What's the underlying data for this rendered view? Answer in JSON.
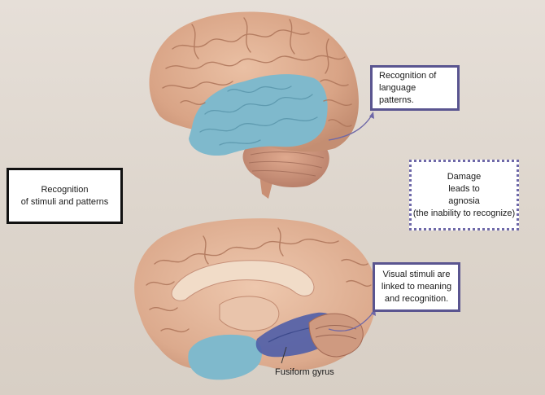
{
  "boxes": {
    "left": {
      "line1": "Recognition",
      "line2": "of stimuli and patterns"
    },
    "language": {
      "line1": "Recognition of",
      "line2": "language patterns."
    },
    "damage": {
      "line1": "Damage",
      "line2": "leads to",
      "line3": "agnosia",
      "line4": "(the inability to recognize)"
    },
    "visual": {
      "line1": "Visual stimuli are",
      "line2": "linked to meaning",
      "line3": "and recognition."
    }
  },
  "labels": {
    "fusiform": "Fusiform gyrus"
  },
  "colors": {
    "brain_tissue": "#d9a486",
    "brain_fold": "#b77d63",
    "temporal_lobe_highlight": "#7fb9cc",
    "fusiform_highlight": "#4f5ea8",
    "callout_line": "#6e68a8",
    "box_border_dark": "#111111",
    "box_border_purple": "#5a5590"
  }
}
